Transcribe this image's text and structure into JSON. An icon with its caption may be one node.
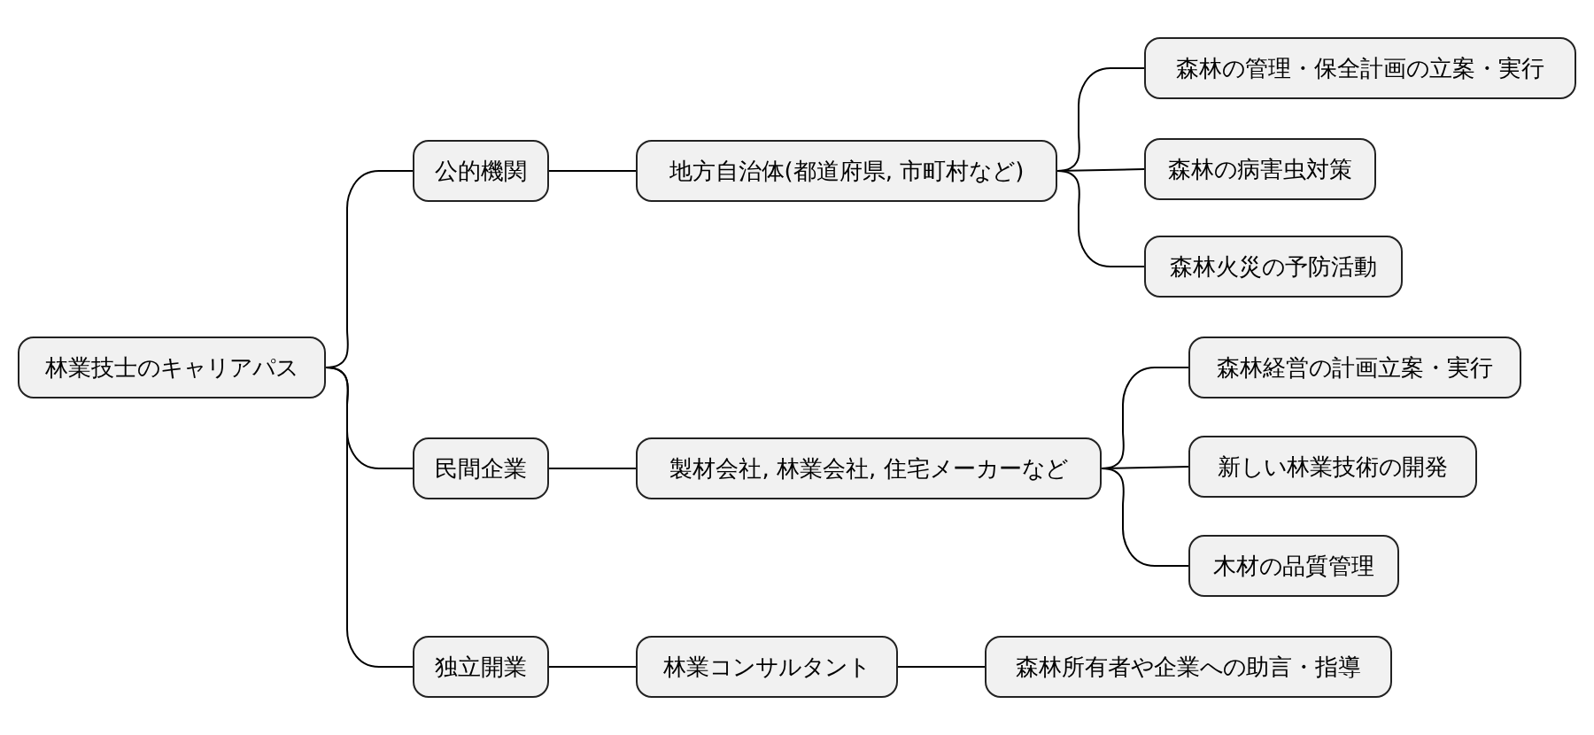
{
  "diagram": {
    "nodes": [
      {
        "text": [
          "林業技士のキャリアパス"
        ]
      },
      {
        "text": [
          "公的機関"
        ]
      },
      {
        "text": [
          "地方自治体(都道府県, 市町村など)"
        ]
      },
      {
        "text": [
          "森林の管理・保全計画の立案・実行"
        ]
      },
      {
        "text": [
          "森林の病害虫対策"
        ]
      },
      {
        "text": [
          "森林火災の予防活動"
        ]
      },
      {
        "text": [
          "民間企業"
        ]
      },
      {
        "text": [
          "製材会社, 林業会社, 住宅メーカーなど"
        ]
      },
      {
        "text": [
          "森林経営の計画立案・実行"
        ]
      },
      {
        "text": [
          "新しい林業技術の開発"
        ]
      },
      {
        "text": [
          "木材の品質管理"
        ]
      },
      {
        "text": [
          "独立開業"
        ]
      },
      {
        "text": [
          "林業コンサルタント"
        ]
      },
      {
        "text": [
          "森林所有者や企業への助言・指導"
        ]
      }
    ],
    "edges": [
      {
        "from": 0,
        "to": 1,
        "arrow": "none"
      },
      {
        "from": 1,
        "to": 2,
        "arrow": "none"
      },
      {
        "from": 2,
        "to": 3,
        "arrow": "none"
      },
      {
        "from": 2,
        "to": 4,
        "arrow": "none"
      },
      {
        "from": 2,
        "to": 5,
        "arrow": "none"
      },
      {
        "from": 0,
        "to": 6,
        "arrow": "none"
      },
      {
        "from": 6,
        "to": 7,
        "arrow": "none"
      },
      {
        "from": 7,
        "to": 8,
        "arrow": "none"
      },
      {
        "from": 7,
        "to": 9,
        "arrow": "none"
      },
      {
        "from": 7,
        "to": 10,
        "arrow": "none"
      },
      {
        "from": 0,
        "to": 11,
        "arrow": "none"
      },
      {
        "from": 11,
        "to": 12,
        "arrow": "none"
      },
      {
        "from": 12,
        "to": 13,
        "arrow": "none"
      }
    ]
  }
}
